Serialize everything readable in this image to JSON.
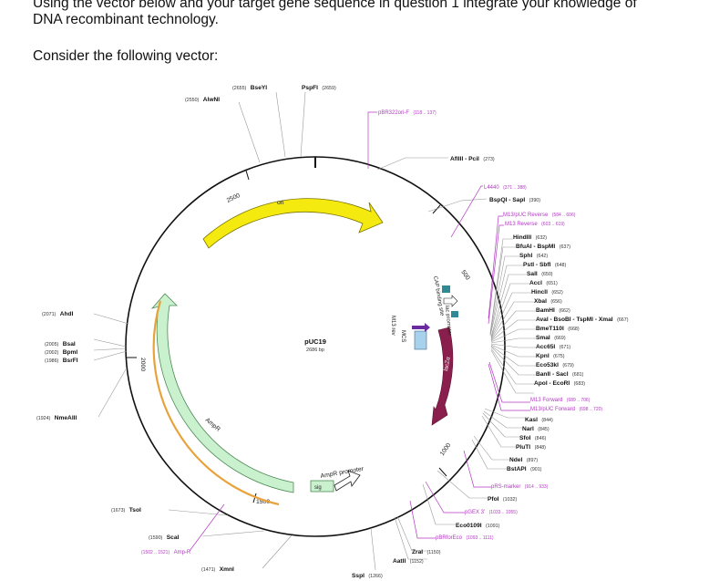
{
  "question": {
    "line1": "Using the vector below and your target gene sequence in question 1 integrate your knowledge of",
    "line2": "DNA recombinant technology.",
    "prompt": "Consider the following vector:"
  },
  "map": {
    "name": "pUC19",
    "size": "2686 bp",
    "ticks": [
      "500",
      "1000",
      "1500",
      "2000",
      "2500"
    ],
    "features": {
      "ori": "ori",
      "ampr": "AmpR",
      "ampr_promoter": "AmpR promoter",
      "sig": "sig",
      "lacz": "lacZα",
      "lac_promoter": "lac promoter",
      "cap": "CAP binding site",
      "mcs": "MCS",
      "m13rev": "M13 rev"
    },
    "sites": {
      "bseyi": {
        "pos": "(2655)",
        "name": "BseYI"
      },
      "pspfi": {
        "name": "PspFI",
        "pos": "(2659)"
      },
      "alwni": {
        "pos": "(2550)",
        "name": "AlwNI"
      },
      "afliii": {
        "name": "AflIII - PciI",
        "pos": "(273)"
      },
      "bspqi": {
        "name": "BspQI - SapI",
        "pos": "(390)"
      },
      "hindiii": {
        "name": "HindIII",
        "pos": "(632)"
      },
      "bfuai": {
        "name": "BfuAI - BspMI",
        "pos": "(637)"
      },
      "sphi": {
        "name": "SphI",
        "pos": "(642)"
      },
      "psti": {
        "name": "PstI - SbfI",
        "pos": "(648)"
      },
      "sali": {
        "name": "SalI",
        "pos": "(650)"
      },
      "acci": {
        "name": "AccI",
        "pos": "(651)"
      },
      "hincii": {
        "name": "HincII",
        "pos": "(652)"
      },
      "xbai": {
        "name": "XbaI",
        "pos": "(656)"
      },
      "bamhi": {
        "name": "BamHI",
        "pos": "(662)"
      },
      "avai": {
        "name": "AvaI - BsoBI - TspMI - XmaI",
        "pos": "(667)"
      },
      "bmet": {
        "name": "BmeT110I",
        "pos": "(668)"
      },
      "smai": {
        "name": "SmaI",
        "pos": "(669)"
      },
      "acc65i": {
        "name": "Acc65I",
        "pos": "(671)"
      },
      "kpni": {
        "name": "KpnI",
        "pos": "(675)"
      },
      "eco53ki": {
        "name": "Eco53kI",
        "pos": "(679)"
      },
      "banii": {
        "name": "BanII - SacI",
        "pos": "(681)"
      },
      "apoi": {
        "name": "ApoI - EcoRI",
        "pos": "(683)"
      },
      "kasi": {
        "name": "KasI",
        "pos": "(844)"
      },
      "nari": {
        "name": "NarI",
        "pos": "(845)"
      },
      "sfoi": {
        "name": "SfoI",
        "pos": "(846)"
      },
      "pluti": {
        "name": "PluTI",
        "pos": "(848)"
      },
      "ndei": {
        "name": "NdeI",
        "pos": "(897)"
      },
      "bstapi": {
        "name": "BstAPI",
        "pos": "(901)"
      },
      "pfoi": {
        "name": "PfoI",
        "pos": "(1032)"
      },
      "eco0109i": {
        "name": "Eco0109I",
        "pos": "(1091)"
      },
      "zrai": {
        "name": "ZraI",
        "pos": "(1150)"
      },
      "aatii": {
        "name": "AatII",
        "pos": "(1152)"
      },
      "sspi": {
        "name": "SspI",
        "pos": "(1266)"
      },
      "xmni": {
        "pos": "(1471)",
        "name": "XmnI"
      },
      "scai": {
        "pos": "(1590)",
        "name": "ScaI"
      },
      "tsoi": {
        "pos": "(1673)",
        "name": "TsoI"
      },
      "nmeaiii": {
        "pos": "(1924)",
        "name": "NmeAIII"
      },
      "bsai": {
        "pos": "(2005)",
        "name": "BsaI"
      },
      "bpmi": {
        "pos": "(2002)",
        "name": "BpmI"
      },
      "bsrfi": {
        "pos": "(1986)",
        "name": "BsrFI"
      },
      "ahdi": {
        "pos": "(2071)",
        "name": "AhdI"
      }
    },
    "primers": {
      "pbr322ori": {
        "name": "pBR322ori-F",
        "range": "(118 .. 137)"
      },
      "l4440": {
        "name": "L4440",
        "range": "(371 .. 388)"
      },
      "m13puc_rev": {
        "name": "M13/pUC Reverse",
        "range": "(584 .. 606)"
      },
      "m13_rev": {
        "name": "M13 Reverse",
        "range": "(603 .. 619)"
      },
      "m13_fwd": {
        "name": "M13 Forward",
        "range": "(689 .. 706)"
      },
      "m13puc_fwd": {
        "name": "M13/pUC Forward",
        "range": "(698 .. 720)"
      },
      "prs_marker": {
        "name": "pRS-marker",
        "range": "(914 .. 933)"
      },
      "pgex3": {
        "name": "pGEX 3'",
        "range": "(1033 .. 1055)"
      },
      "pbrforeco": {
        "name": "pBRforEco",
        "range": "(1093 .. 1111)"
      },
      "ampr_primer": {
        "range": "(1502 .. 1521)",
        "name": "Amp-R"
      }
    }
  }
}
